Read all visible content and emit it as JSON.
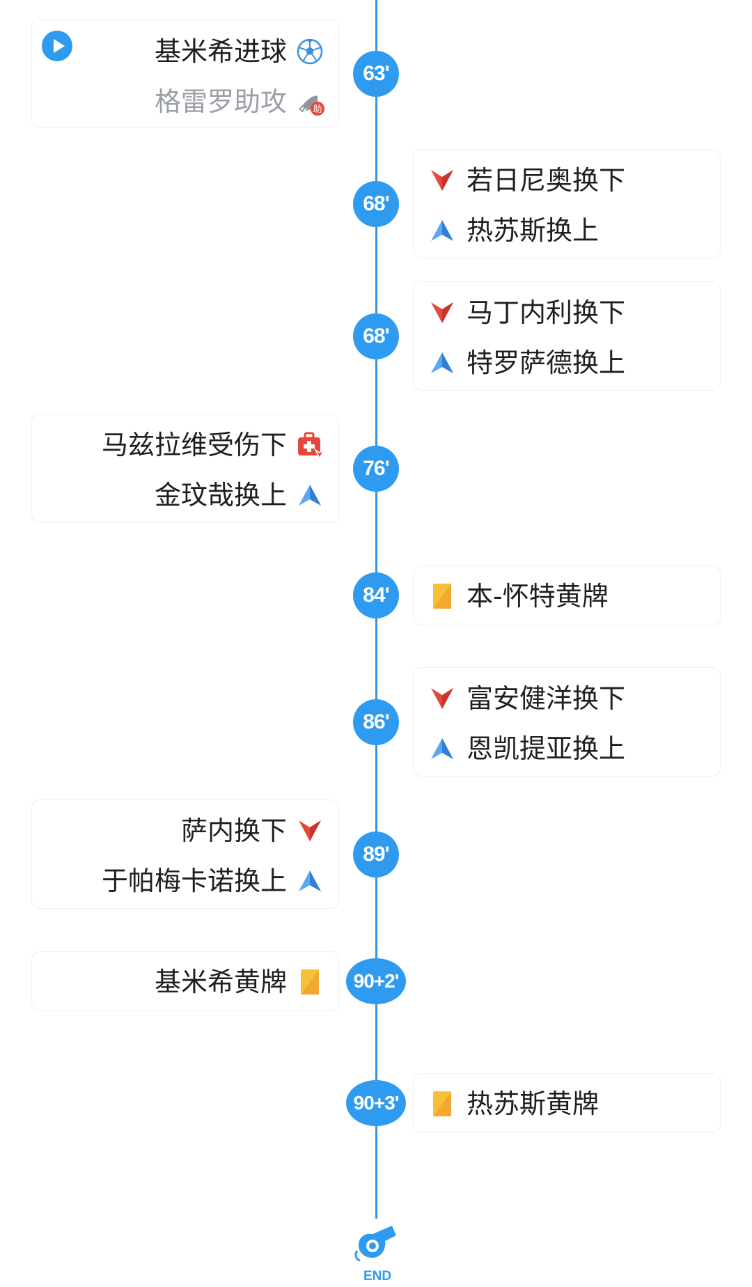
{
  "colors": {
    "accent": "#2e9bf0",
    "sub_out": "#e8453c",
    "sub_in": "#3b93ea",
    "yellow_card": "#f7c038",
    "muted_text": "#9a9ea6"
  },
  "events": [
    {
      "minute": "63'",
      "side": "left",
      "lines": [
        {
          "text": "基米希进球",
          "icon": "football-icon"
        },
        {
          "text": "格雷罗助攻",
          "icon": "boot-assist-icon",
          "badge": "助"
        }
      ],
      "has_video": true
    },
    {
      "minute": "68'",
      "side": "right",
      "lines": [
        {
          "text": "若日尼奥换下",
          "icon": "sub-out-icon"
        },
        {
          "text": "热苏斯换上",
          "icon": "sub-in-icon"
        }
      ]
    },
    {
      "minute": "68'",
      "side": "right",
      "lines": [
        {
          "text": "马丁内利换下",
          "icon": "sub-out-icon"
        },
        {
          "text": "特罗萨德换上",
          "icon": "sub-in-icon"
        }
      ]
    },
    {
      "minute": "76'",
      "side": "left",
      "lines": [
        {
          "text": "马兹拉维受伤下",
          "icon": "injury-icon"
        },
        {
          "text": "金玟哉换上",
          "icon": "sub-in-icon"
        }
      ]
    },
    {
      "minute": "84'",
      "side": "right",
      "lines": [
        {
          "text": "本-怀特黄牌",
          "icon": "yellow-card-icon"
        }
      ]
    },
    {
      "minute": "86'",
      "side": "right",
      "lines": [
        {
          "text": "富安健洋换下",
          "icon": "sub-out-icon"
        },
        {
          "text": "恩凯提亚换上",
          "icon": "sub-in-icon"
        }
      ]
    },
    {
      "minute": "89'",
      "side": "left",
      "lines": [
        {
          "text": "萨内换下",
          "icon": "sub-out-icon"
        },
        {
          "text": "于帕梅卡诺换上",
          "icon": "sub-in-icon"
        }
      ]
    },
    {
      "minute": "90+2'",
      "side": "left",
      "lines": [
        {
          "text": "基米希黄牌",
          "icon": "yellow-card-icon"
        }
      ]
    },
    {
      "minute": "90+3'",
      "side": "right",
      "lines": [
        {
          "text": "热苏斯黄牌",
          "icon": "yellow-card-icon"
        }
      ]
    }
  ],
  "end_label": "END"
}
